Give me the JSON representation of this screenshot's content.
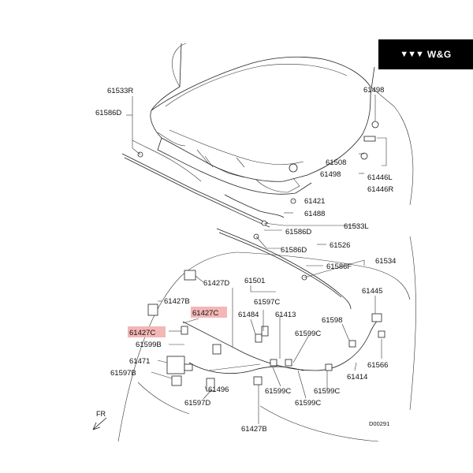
{
  "brand": {
    "name": "W&G",
    "mark_icon": "chevrons-logo-icon"
  },
  "diagram_code": "D00291",
  "direction_label": "FR",
  "highlight_color": "#f4b6b6",
  "labels": {
    "p61533R": "61533R",
    "p61586D_top": "61586D",
    "p61498_top": "61498",
    "p61508": "61508",
    "p61498_mid": "61498",
    "p61446L": "61446L",
    "p61446R": "61446R",
    "p61421": "61421",
    "p61488": "61488",
    "p61533L": "61533L",
    "p61586D_mid": "61586D",
    "p61526": "61526",
    "p61586D_low": "61586D",
    "p61586F": "61586F",
    "p61534": "61534",
    "p61427D": "61427D",
    "p61501": "61501",
    "p61427B_top": "61427B",
    "p61597C": "61597C",
    "p61427C_right": "61427C",
    "p61484": "61484",
    "p61413": "61413",
    "p61445": "61445",
    "p61427C_left": "61427C",
    "p61599B": "61599B",
    "p61598": "61598",
    "p61599C_a": "61599C",
    "p61566": "61566",
    "p61471": "61471",
    "p61414": "61414",
    "p61597B": "61597B",
    "p61496": "61496",
    "p61599C_b": "61599C",
    "p61599C_c": "61599C",
    "p61597D": "61597D",
    "p61599C_d": "61599C",
    "p61427B_bottom": "61427B"
  }
}
